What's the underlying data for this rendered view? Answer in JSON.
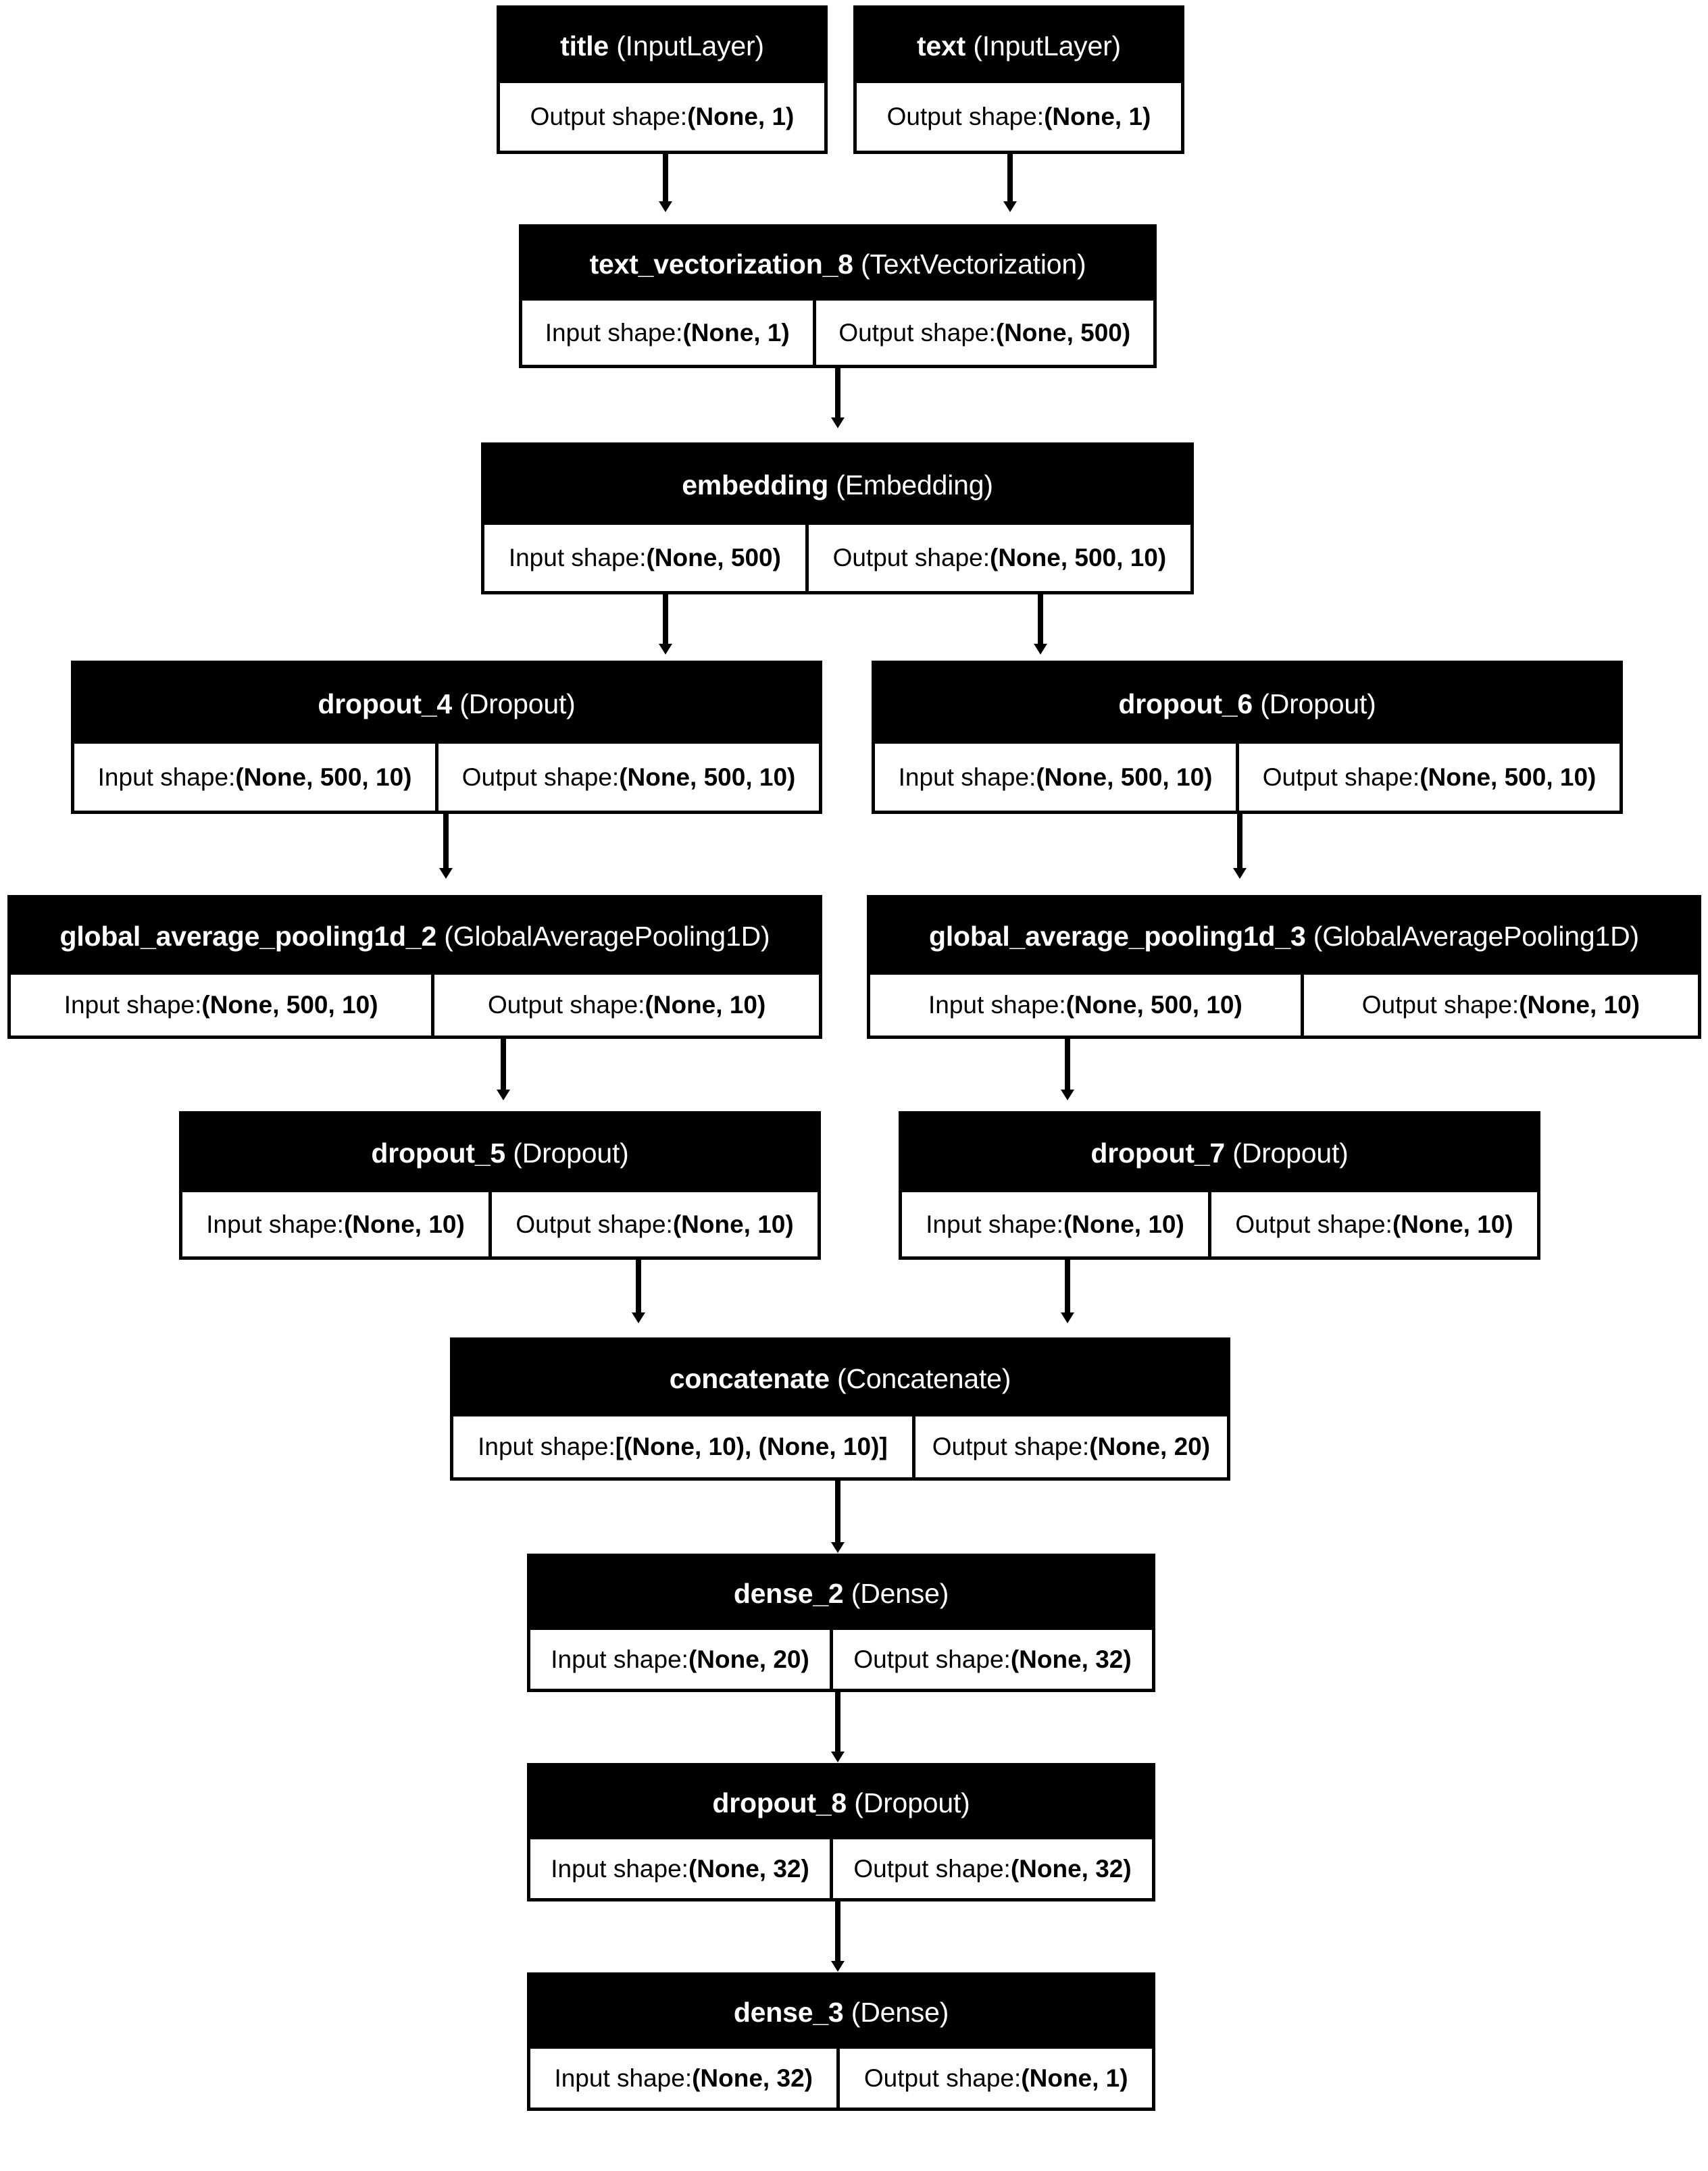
{
  "diagram": {
    "kind": "keras-model-plot",
    "labels": {
      "input_prefix": "Input shape: ",
      "output_prefix": "Output shape: "
    },
    "colors": {
      "header_bg": "#000000",
      "header_text": "#ffffff",
      "body_bg": "#ffffff",
      "body_text": "#000000",
      "edge": "#000000"
    },
    "nodes": [
      {
        "id": "title",
        "name": "title",
        "type": "(InputLayer)",
        "input_shape": null,
        "output_shape": "(None, 1)"
      },
      {
        "id": "text",
        "name": "text",
        "type": "(InputLayer)",
        "input_shape": null,
        "output_shape": "(None, 1)"
      },
      {
        "id": "text_vectorization_8",
        "name": "text_vectorization_8",
        "type": "(TextVectorization)",
        "input_shape": "(None, 1)",
        "output_shape": "(None, 500)"
      },
      {
        "id": "embedding",
        "name": "embedding",
        "type": "(Embedding)",
        "input_shape": "(None, 500)",
        "output_shape": "(None, 500, 10)"
      },
      {
        "id": "dropout_4",
        "name": "dropout_4",
        "type": "(Dropout)",
        "input_shape": "(None, 500, 10)",
        "output_shape": "(None, 500, 10)"
      },
      {
        "id": "dropout_6",
        "name": "dropout_6",
        "type": "(Dropout)",
        "input_shape": "(None, 500, 10)",
        "output_shape": "(None, 500, 10)"
      },
      {
        "id": "global_average_pooling1d_2",
        "name": "global_average_pooling1d_2",
        "type": "(GlobalAveragePooling1D)",
        "input_shape": "(None, 500, 10)",
        "output_shape": "(None, 10)"
      },
      {
        "id": "global_average_pooling1d_3",
        "name": "global_average_pooling1d_3",
        "type": "(GlobalAveragePooling1D)",
        "input_shape": "(None, 500, 10)",
        "output_shape": "(None, 10)"
      },
      {
        "id": "dropout_5",
        "name": "dropout_5",
        "type": "(Dropout)",
        "input_shape": "(None, 10)",
        "output_shape": "(None, 10)"
      },
      {
        "id": "dropout_7",
        "name": "dropout_7",
        "type": "(Dropout)",
        "input_shape": "(None, 10)",
        "output_shape": "(None, 10)"
      },
      {
        "id": "concatenate",
        "name": "concatenate",
        "type": "(Concatenate)",
        "input_shape": "[(None, 10), (None, 10)]",
        "output_shape": "(None, 20)"
      },
      {
        "id": "dense_2",
        "name": "dense_2",
        "type": "(Dense)",
        "input_shape": "(None, 20)",
        "output_shape": "(None, 32)"
      },
      {
        "id": "dropout_8",
        "name": "dropout_8",
        "type": "(Dropout)",
        "input_shape": "(None, 32)",
        "output_shape": "(None, 32)"
      },
      {
        "id": "dense_3",
        "name": "dense_3",
        "type": "(Dense)",
        "input_shape": "(None, 32)",
        "output_shape": "(None, 1)"
      }
    ],
    "edges": [
      {
        "from": "title",
        "to": "text_vectorization_8"
      },
      {
        "from": "text",
        "to": "text_vectorization_8"
      },
      {
        "from": "text_vectorization_8",
        "to": "embedding"
      },
      {
        "from": "embedding",
        "to": "dropout_4"
      },
      {
        "from": "embedding",
        "to": "dropout_6"
      },
      {
        "from": "dropout_4",
        "to": "global_average_pooling1d_2"
      },
      {
        "from": "dropout_6",
        "to": "global_average_pooling1d_3"
      },
      {
        "from": "global_average_pooling1d_2",
        "to": "dropout_5"
      },
      {
        "from": "global_average_pooling1d_3",
        "to": "dropout_7"
      },
      {
        "from": "dropout_5",
        "to": "concatenate"
      },
      {
        "from": "dropout_7",
        "to": "concatenate"
      },
      {
        "from": "concatenate",
        "to": "dense_2"
      },
      {
        "from": "dense_2",
        "to": "dropout_8"
      },
      {
        "from": "dropout_8",
        "to": "dense_3"
      }
    ]
  }
}
